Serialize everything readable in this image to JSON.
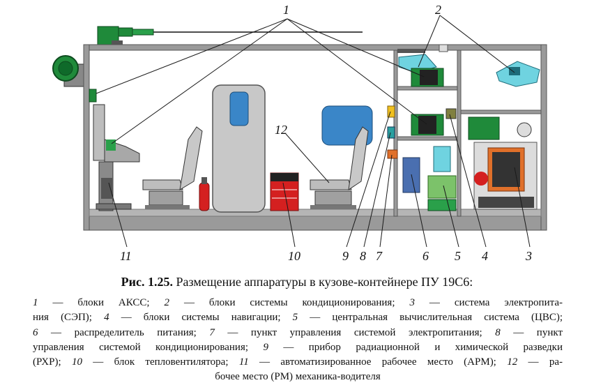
{
  "callouts": [
    "1",
    "2",
    "3",
    "4",
    "5",
    "6",
    "7",
    "8",
    "9",
    "10",
    "11",
    "12"
  ],
  "caption": {
    "label": "Рис. 1.25.",
    "title": "Размещение аппаратуры в кузове-контейнере ПУ 19С6:"
  },
  "legend": [
    {
      "n": "1",
      "text": "блоки АКСС;"
    },
    {
      "n": "2",
      "text": "блоки системы кондиционирования;"
    },
    {
      "n": "3",
      "text": "система электропитания (СЭП);"
    },
    {
      "n": "4",
      "text": "блоки системы навигации;"
    },
    {
      "n": "5",
      "text": "центральная вычислительная система (ЦВС);"
    },
    {
      "n": "6",
      "text": "распределитель питания;"
    },
    {
      "n": "7",
      "text": "пункт управления системой электропитания;"
    },
    {
      "n": "8",
      "text": "пункт управления системой кондиционирования;"
    },
    {
      "n": "9",
      "text": "прибор радиационной и химической разведки (РХР);"
    },
    {
      "n": "10",
      "text": "блок тепловентилятора;"
    },
    {
      "n": "11",
      "text": "автоматизированное рабочее место (АРМ);"
    },
    {
      "n": "12",
      "text": "рабочее место (РМ) механика-водителя"
    }
  ],
  "legend_lines": [
    "1 — блоки АКСС; 2 — блоки системы кондиционирования; 3 — система электропита-",
    "ния (СЭП); 4 — блоки системы навигации; 5 — центральная вычислительная система (ЦВС);",
    "6 — распределитель питания; 7 — пункт управления системой электропитания; 8 — пункт",
    "управления системой кондиционирования; 9 — прибор радиационной и химической разведки",
    "(РХР); 10 — блок тепловентилятора; 11 — автоматизированное рабочее место (АРМ); 12 — ра-",
    "бочее место (РМ) механика-водителя"
  ],
  "colors": {
    "container_wall": "#9a9a9a",
    "green_unit": "#1f8a3a",
    "light_green": "#7cc26a",
    "cyan_unit": "#6fd3e0",
    "blue_unit": "#4a6fb0",
    "window_blue": "#3a86c8",
    "door_grey": "#c8c8c8",
    "heater_red": "#d42020",
    "seat_grey": "#bdbdbd",
    "orange_unit": "#e0702a",
    "yellow_unit": "#f0c020"
  }
}
